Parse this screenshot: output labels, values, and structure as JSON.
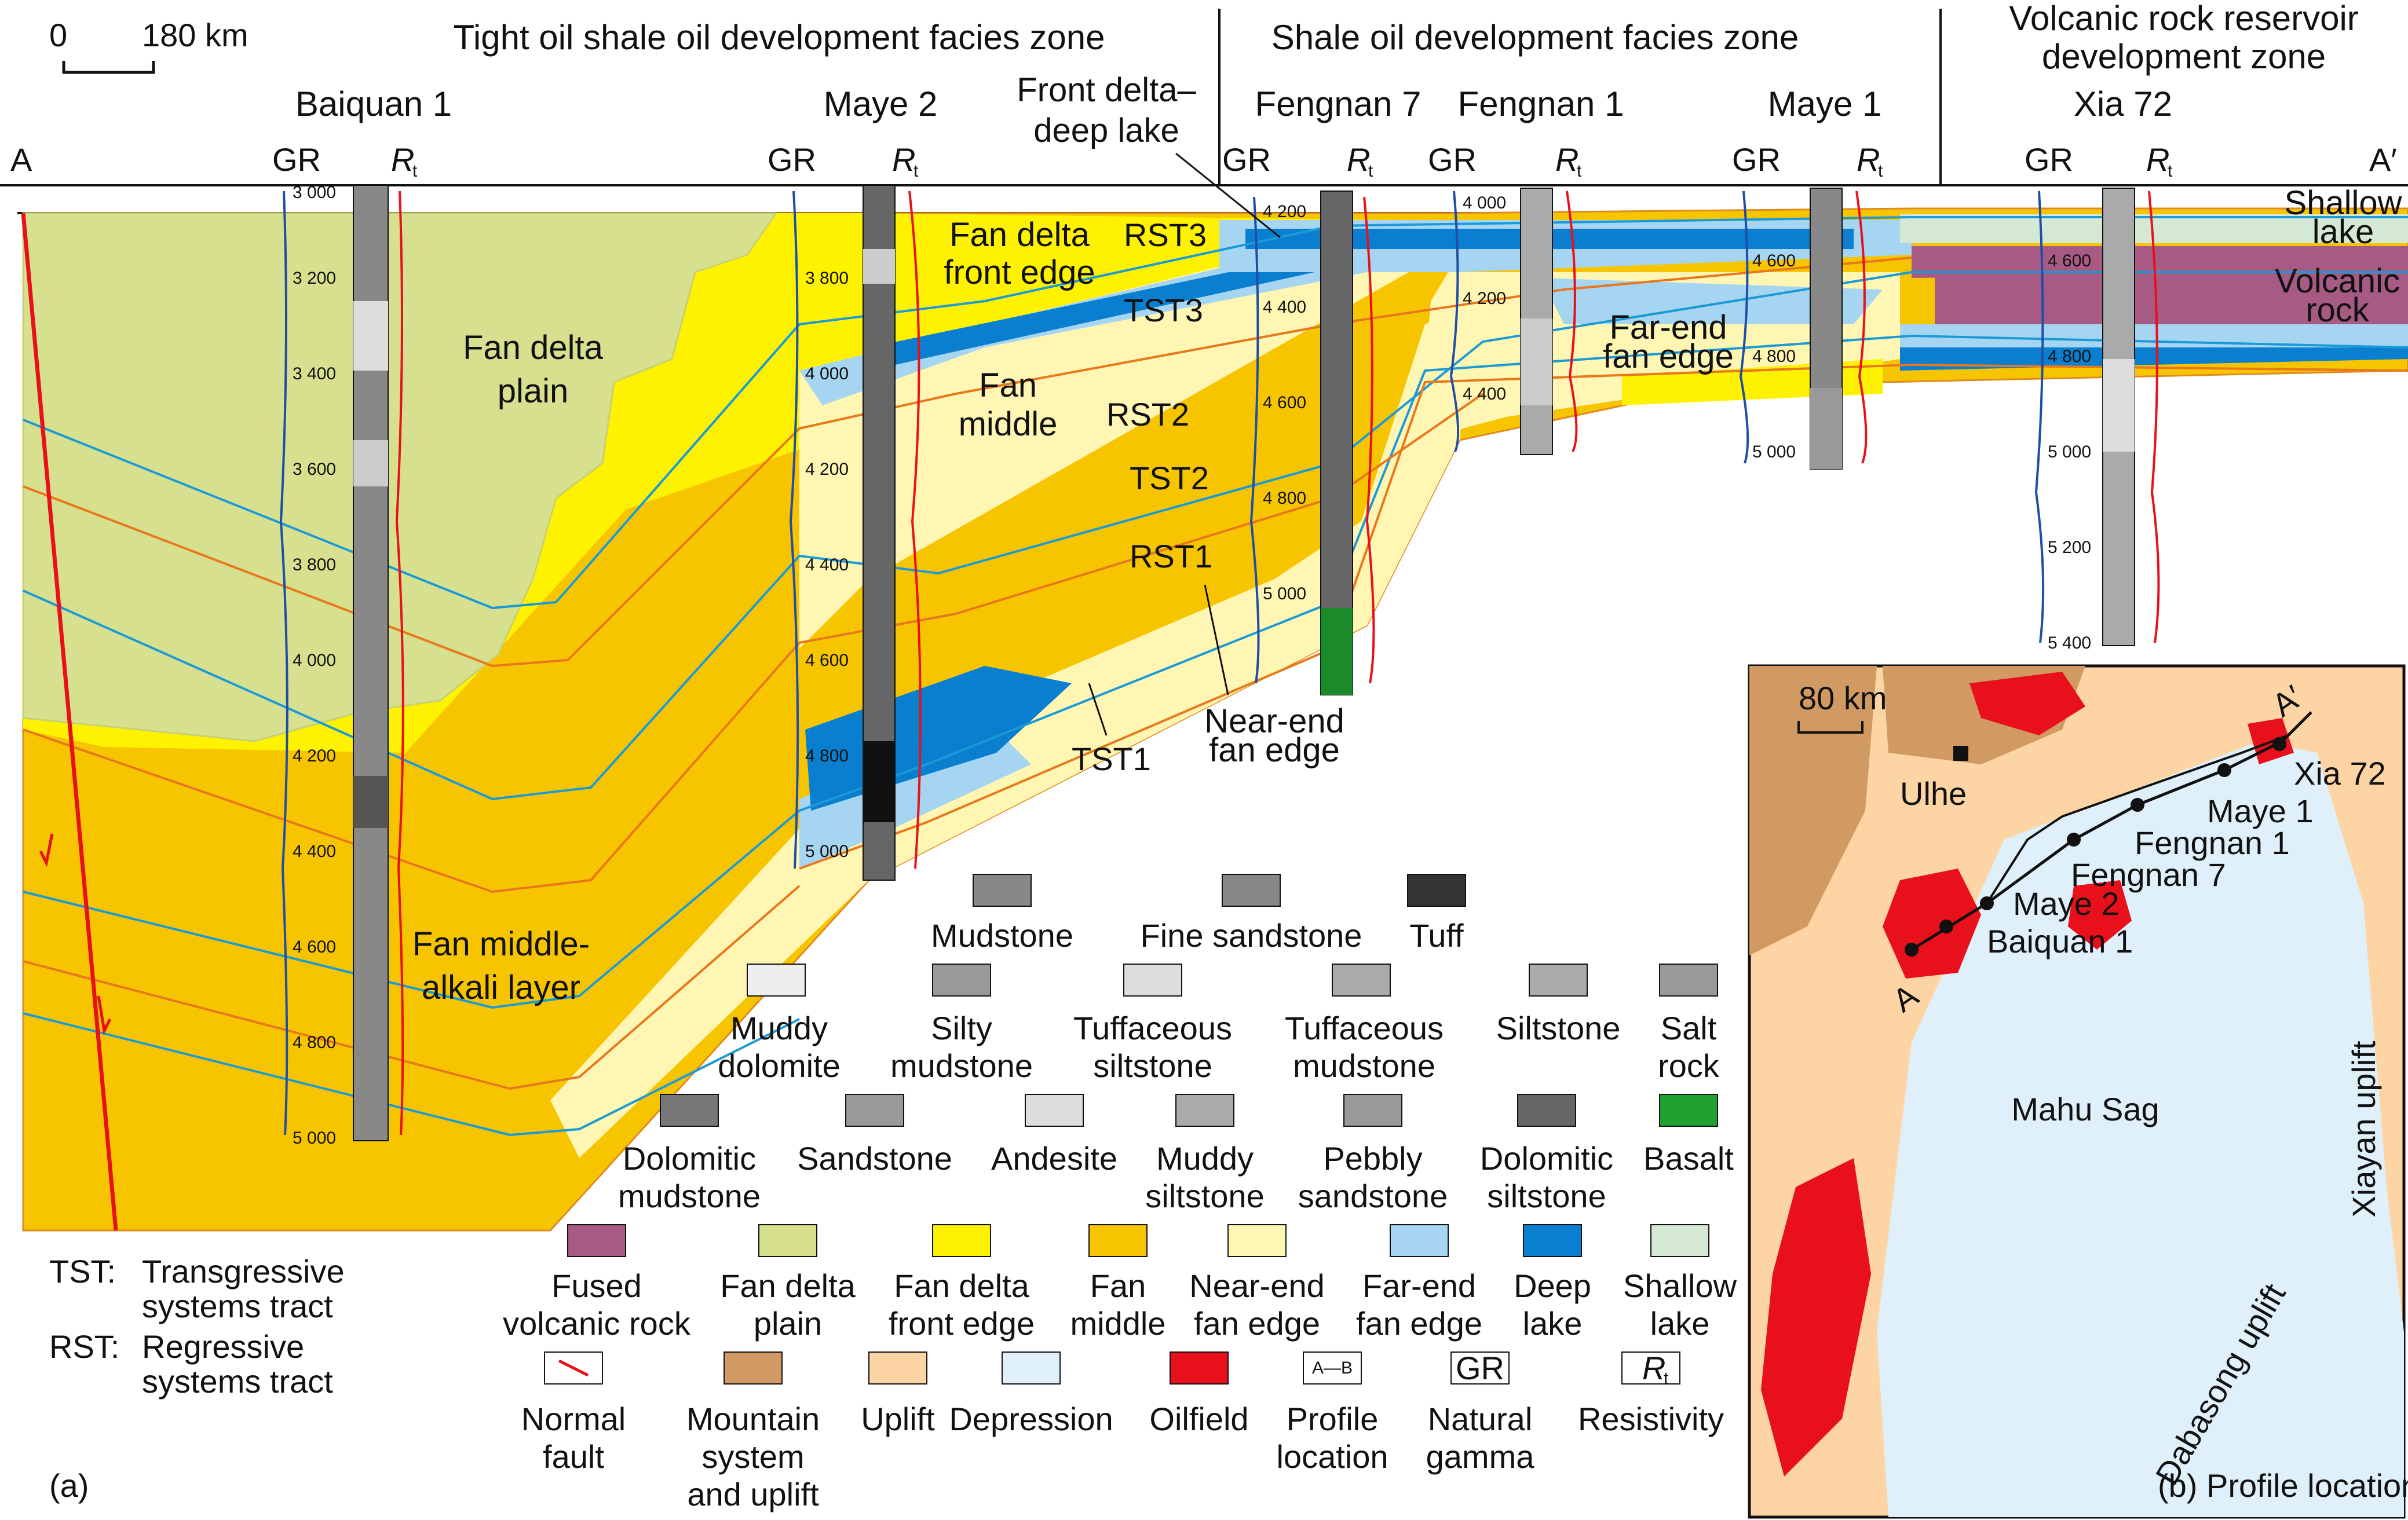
{
  "scale_bar": {
    "zero": "0",
    "value": "180 km"
  },
  "zones": [
    {
      "text": "Tight oil shale oil development facies zone"
    },
    {
      "text": "Shale oil development facies zone"
    },
    {
      "line1": "Volcanic rock reservoir",
      "line2": "development zone"
    }
  ],
  "section_ends": {
    "start": "A",
    "end": "A′"
  },
  "log_labels": {
    "gr": "GR",
    "rt_main": "R",
    "rt_sub": "t"
  },
  "wells": [
    {
      "name": "Baiquan 1",
      "depths": [
        "3 000",
        "3 200",
        "3 400",
        "3 600",
        "3 800",
        "4 000",
        "4 200",
        "4 400",
        "4 600",
        "4 800",
        "5 000"
      ]
    },
    {
      "name": "Maye 2",
      "depths": [
        "3 800",
        "4 000",
        "4 200",
        "4 400",
        "4 600",
        "4 800",
        "5 000"
      ]
    },
    {
      "name": "Fengnan 7",
      "depths": [
        "4 200",
        "4 400",
        "4 600",
        "4 800",
        "5 000"
      ]
    },
    {
      "name": "Fengnan 1",
      "depths": [
        "4 000",
        "4 200",
        "4 400"
      ]
    },
    {
      "name": "Maye 1",
      "depths": [
        "4 600",
        "4 800",
        "5 000"
      ]
    },
    {
      "name": "Xia 72",
      "depths": [
        "4 600",
        "4 800",
        "5 000",
        "5 200",
        "5 400"
      ]
    }
  ],
  "facies_labels": {
    "fan_delta_plain": [
      "Fan delta",
      "plain"
    ],
    "fan_delta_front": [
      "Fan delta",
      "front edge"
    ],
    "fan_middle": [
      "Fan",
      "middle"
    ],
    "fan_middle_alkali": [
      "Fan middle-",
      "alkali layer"
    ],
    "front_delta_deep": [
      "Front delta–",
      "deep lake"
    ],
    "far_end": [
      "Far-end",
      "fan edge"
    ],
    "near_end": [
      "Near-end",
      "fan edge"
    ],
    "shallow_lake": [
      "Shallow",
      "lake"
    ],
    "volcanic": [
      "Volcanic",
      "rock"
    ]
  },
  "sequences": {
    "rst3": "RST3",
    "tst3": "TST3",
    "rst2": "RST2",
    "tst2": "TST2",
    "rst1": "RST1",
    "tst1": "TST1"
  },
  "abbrev": {
    "tst_key": "TST:",
    "tst_l1": "Transgressive",
    "tst_l2": "systems tract",
    "rst_key": "RST:",
    "rst_l1": "Regressive",
    "rst_l2": "systems tract"
  },
  "lithology_legend": [
    {
      "lines": [
        "Mudstone"
      ]
    },
    {
      "lines": [
        "Fine sandstone"
      ]
    },
    {
      "lines": [
        "Tuff"
      ]
    },
    {
      "lines": [
        "Muddy",
        "dolomite"
      ]
    },
    {
      "lines": [
        "Silty",
        "mudstone"
      ]
    },
    {
      "lines": [
        "Tuffaceous",
        "siltstone"
      ]
    },
    {
      "lines": [
        "Tuffaceous",
        "mudstone"
      ]
    },
    {
      "lines": [
        "Siltstone"
      ]
    },
    {
      "lines": [
        "Salt",
        "rock"
      ]
    },
    {
      "lines": [
        "Dolomitic",
        "mudstone"
      ]
    },
    {
      "lines": [
        "Sandstone"
      ]
    },
    {
      "lines": [
        "Andesite"
      ]
    },
    {
      "lines": [
        "Muddy",
        "siltstone"
      ]
    },
    {
      "lines": [
        "Pebbly",
        "sandstone"
      ]
    },
    {
      "lines": [
        "Dolomitic",
        "siltstone"
      ]
    },
    {
      "lines": [
        "Basalt"
      ]
    }
  ],
  "facies_legend": [
    {
      "lines": [
        "Fused",
        "volcanic rock"
      ],
      "color": "#a65a84"
    },
    {
      "lines": [
        "Fan delta",
        "plain"
      ],
      "color": "#d6e08e"
    },
    {
      "lines": [
        "Fan delta",
        "front edge"
      ],
      "color": "#fff200"
    },
    {
      "lines": [
        "Fan",
        "middle"
      ],
      "color": "#f7c500"
    },
    {
      "lines": [
        "Near-end",
        "fan edge"
      ],
      "color": "#fff6b3"
    },
    {
      "lines": [
        "Far-end",
        "fan edge"
      ],
      "color": "#a6d5f2"
    },
    {
      "lines": [
        "Deep",
        "lake"
      ],
      "color": "#0a7fd0"
    },
    {
      "lines": [
        "Shallow",
        "lake"
      ],
      "color": "#d5e8d4"
    }
  ],
  "other_legend": [
    {
      "lines": [
        "Normal",
        "fault"
      ]
    },
    {
      "lines": [
        "Mountain",
        "system",
        "and uplift"
      ],
      "color": "#d19a63"
    },
    {
      "lines": [
        "Uplift"
      ],
      "color": "#fdd5a4"
    },
    {
      "lines": [
        "Depression"
      ],
      "color": "#dff0fb"
    },
    {
      "lines": [
        "Oilfield"
      ],
      "color": "#e8101b"
    },
    {
      "lines": [
        "Profile",
        "location"
      ],
      "symbol": "A—B"
    },
    {
      "lines": [
        "Natural",
        "gamma"
      ],
      "symbol": "GR"
    },
    {
      "lines": [
        "Resistivity"
      ],
      "symbol_main": "R",
      "symbol_sub": "t"
    }
  ],
  "panel_a": "(a)",
  "map": {
    "scale": "80 km",
    "city": "Ulhe",
    "end_a": "A",
    "end_a2": "A′",
    "wells": [
      "Xia 72",
      "Maye 1",
      "Fengnan 1",
      "Fengnan 7",
      "Maye 2",
      "Baiquan 1"
    ],
    "sag": "Mahu Sag",
    "uplift_e": "Xiayan uplift",
    "uplift_s": "Dabasong uplift",
    "caption": "(b) Profile location"
  }
}
